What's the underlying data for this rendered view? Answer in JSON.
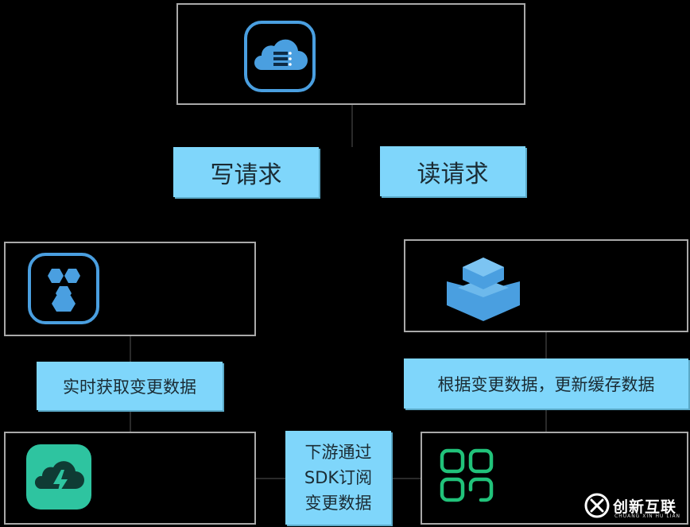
{
  "labels": {
    "write_request": "写请求",
    "read_request": "读请求",
    "realtime_fetch": "实时获取变更数据",
    "update_cache": "根据变更数据，更新缓存数据",
    "downstream_line1": "下游通过",
    "downstream_line2": "SDK订阅",
    "downstream_line3": "变更数据"
  },
  "watermark": {
    "brand": "创新互联",
    "pinyin": "CHUANG XIN HU LIAN"
  },
  "icons": {
    "top": "cloud-database-icon",
    "left_middle": "hexagon-cluster-icon",
    "right_middle": "cache-layer-icon",
    "left_bottom": "cloud-bolt-icon",
    "right_bottom": "app-grid-icon",
    "watermark": "brand-logo-icon"
  },
  "colors": {
    "label_bg": "#7fd6fb",
    "icon_blue": "#4a9fe0",
    "icon_green": "#21c27a",
    "teal_icon": "#2ec4a0",
    "border": "#a9a9a9"
  }
}
